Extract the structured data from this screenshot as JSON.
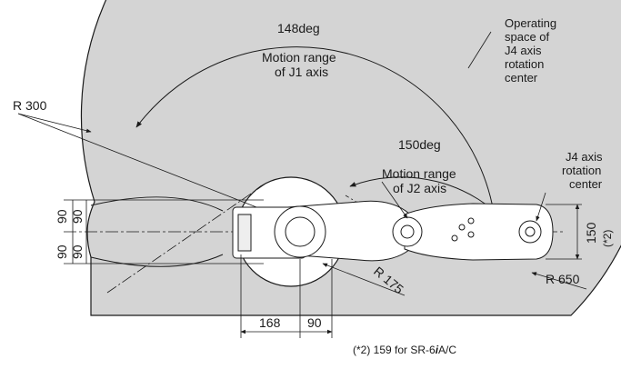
{
  "labels": {
    "angle_j1": "148deg",
    "motion_j1_line1": "Motion range",
    "motion_j1_line2": "of J1 axis",
    "operating_line1": "Operating",
    "operating_line2": "space of",
    "operating_line3": "J4 axis",
    "operating_line4": "rotation",
    "operating_line5": "center",
    "angle_j2": "150deg",
    "motion_j2_line1": "Motion range",
    "motion_j2_line2": "of J2 axis",
    "j4_center_line1": "J4 axis",
    "j4_center_line2": "rotation",
    "j4_center_line3": "center",
    "r300": "R 300",
    "r175": "R 175",
    "r650": "R 650",
    "dim_90_top": "90",
    "dim_90_bottom": "90",
    "dim_90_top_b": "90",
    "dim_90_bottom_b": "90",
    "dim_168": "168",
    "dim_90_base": "90",
    "dim_150": "150",
    "dim_note_ref": "(*2)",
    "footnote_prefix": "(*2) 159 for SR-6",
    "footnote_i": "i",
    "footnote_suffix": "A/C"
  },
  "colors": {
    "operating_space": "#d4d4d4",
    "line": "#1a1a1a",
    "robot_fill": "#ffffff"
  }
}
